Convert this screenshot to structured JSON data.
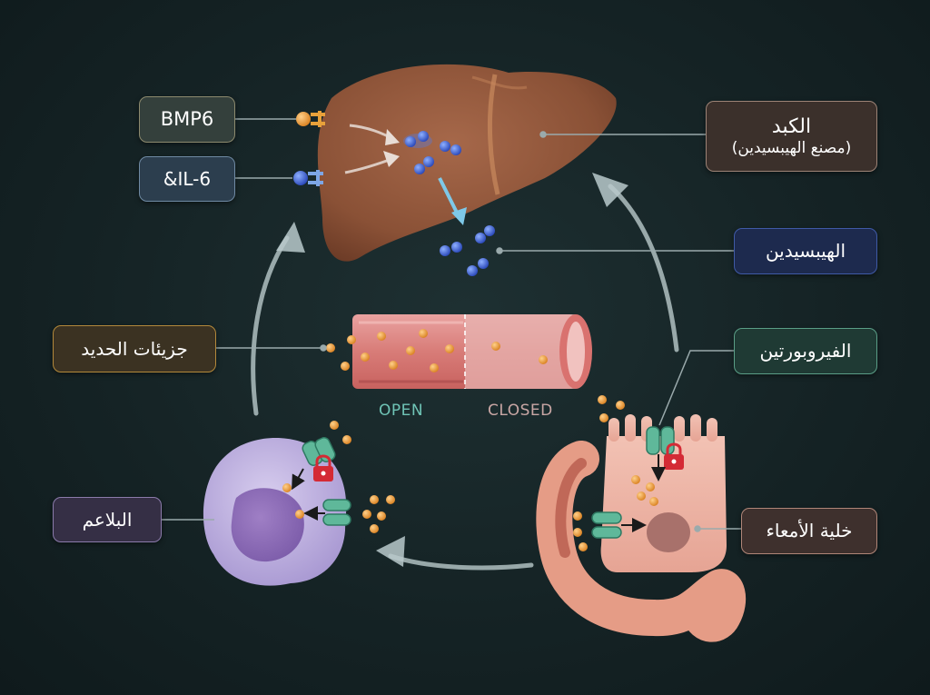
{
  "labels": {
    "bmp6": "BMP6",
    "il6": "&IL-6",
    "liver_title": "الكبد",
    "liver_subtitle": "(مصنع الهيبسيدين)",
    "hepcidin": "الهيبسيدين",
    "iron_particles": "جزيئات الحديد",
    "ferroportin": "الفيروبورتين",
    "macrophage": "البلاعم",
    "enterocyte": "خلية الأمعاء"
  },
  "vessel": {
    "open_label": "OPEN",
    "closed_label": "CLOSED"
  },
  "colors": {
    "background": "#152325",
    "iron_particle": "#e8932e",
    "hepcidin_molecule": "#3a62d8",
    "ferroportin_channel": "#5fb89a",
    "lock": "#d42a35",
    "open_text": "#6fc4b6",
    "closed_text": "#c9a7a5"
  }
}
